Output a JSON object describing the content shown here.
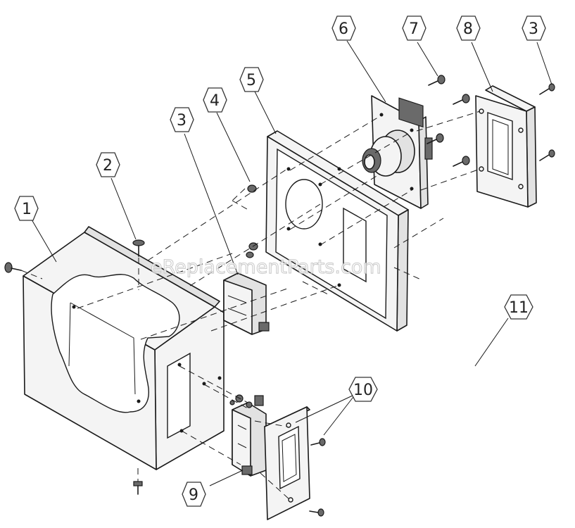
{
  "watermark": "eReplacementParts.com",
  "callouts": [
    {
      "id": "c1",
      "label": "1"
    },
    {
      "id": "c2",
      "label": "2"
    },
    {
      "id": "c3a",
      "label": "3"
    },
    {
      "id": "c4",
      "label": "4"
    },
    {
      "id": "c5",
      "label": "5"
    },
    {
      "id": "c6",
      "label": "6"
    },
    {
      "id": "c7",
      "label": "7"
    },
    {
      "id": "c8",
      "label": "8"
    },
    {
      "id": "c3b",
      "label": "3"
    },
    {
      "id": "c9",
      "label": "9"
    },
    {
      "id": "c10",
      "label": "10"
    },
    {
      "id": "c11",
      "label": "11"
    }
  ]
}
